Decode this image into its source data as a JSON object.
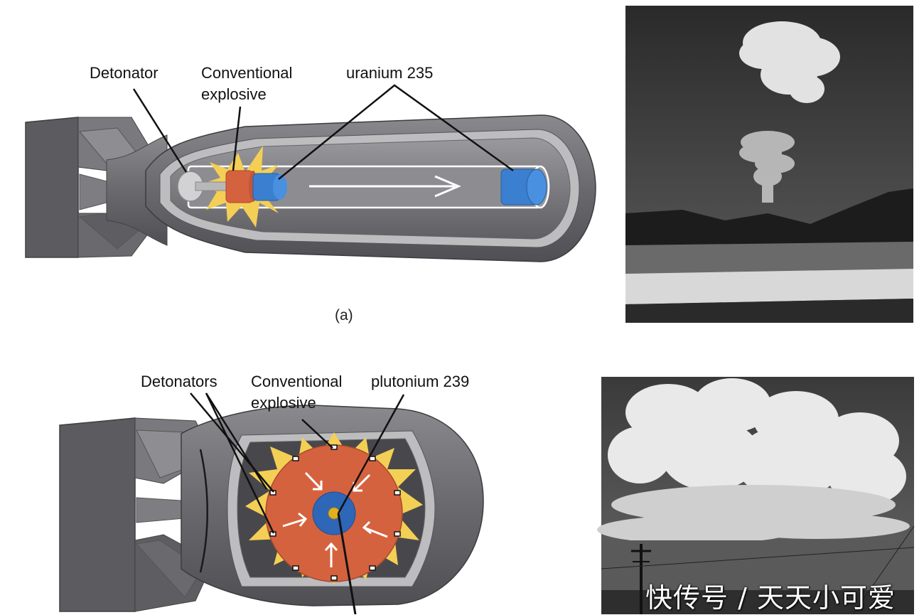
{
  "figure_a": {
    "labels": {
      "detonator": "Detonator",
      "conventional_explosive": "Conventional explosive",
      "fissile": "uranium 235"
    },
    "caption": "(a)"
  },
  "figure_b": {
    "labels": {
      "detonators": "Detonators",
      "conventional_explosive": "Conventional explosive",
      "fissile": "plutonium 239"
    }
  },
  "watermark": "快传号 / 天天小可爱",
  "colors": {
    "casing": "#6e6e72",
    "casing_dark": "#4a4a4e",
    "explosive": "#d5623f",
    "uranium": "#3b7fd0",
    "plutonium_core": "#2e66b8",
    "initiator": "#e0b020",
    "blast": "#f4cf55"
  }
}
